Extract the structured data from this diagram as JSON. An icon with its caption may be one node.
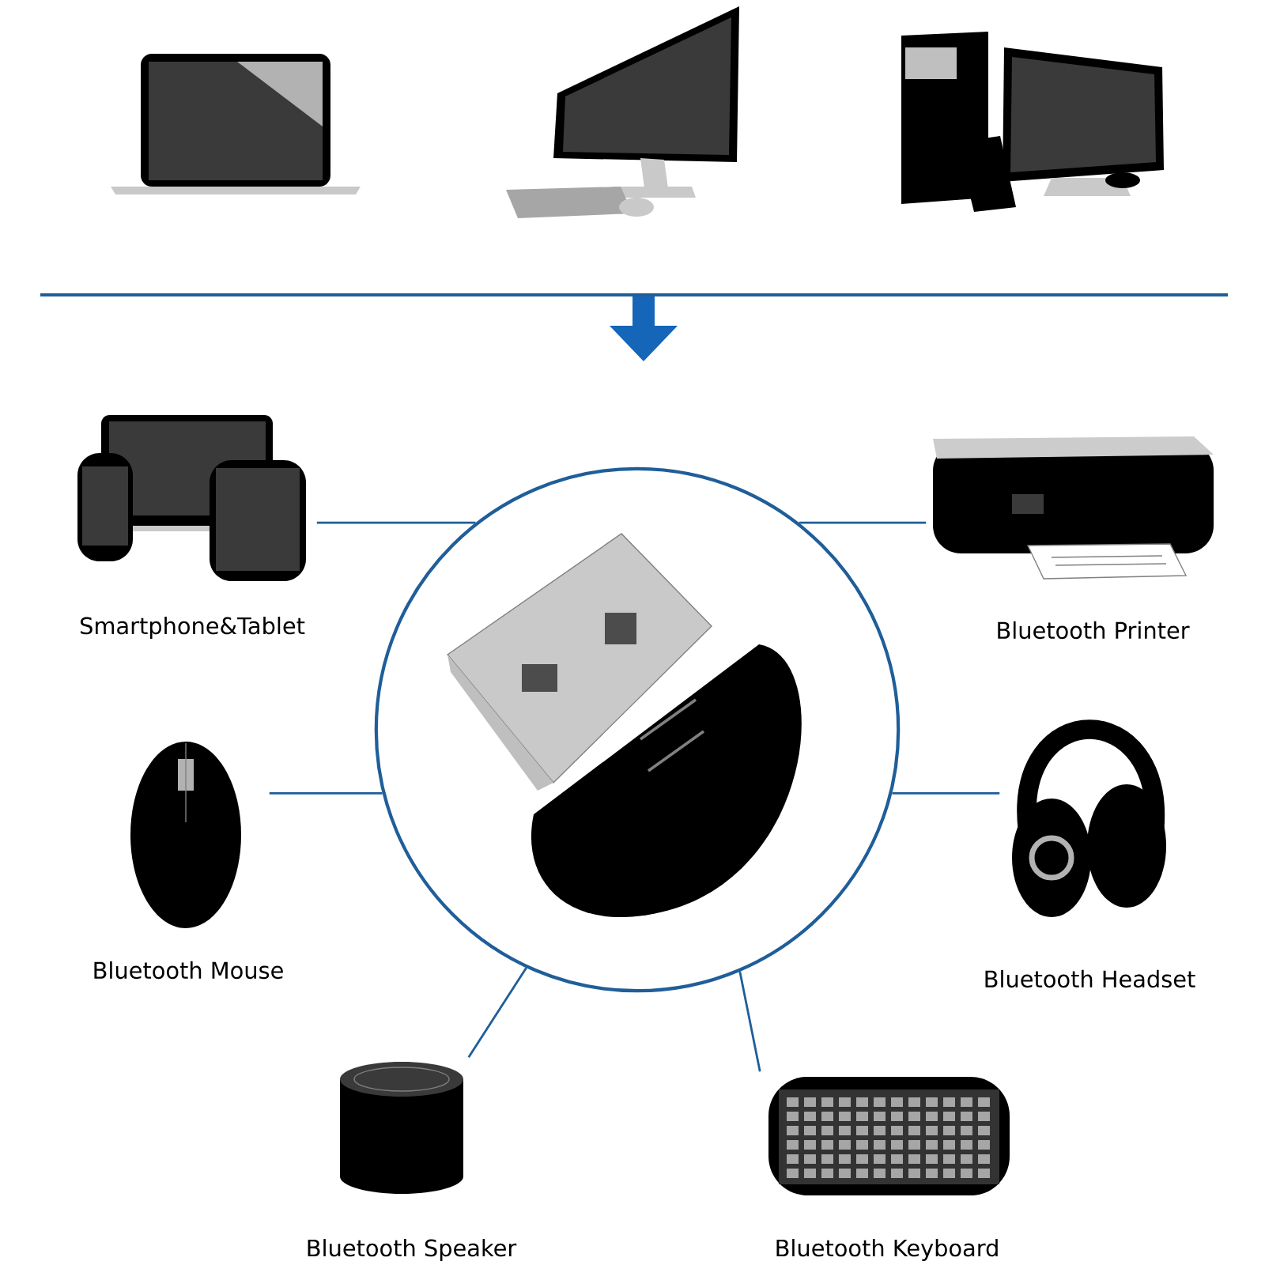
{
  "diagram": {
    "nodes": [
      {
        "text": [],
        "shape": "circle"
      },
      {
        "text": [
          "Smartphone&Tablet"
        ]
      },
      {
        "text": [
          "Bluetooth Printer"
        ]
      },
      {
        "text": [
          "Bluetooth Mouse"
        ]
      },
      {
        "text": [
          "Bluetooth Headset"
        ]
      },
      {
        "text": [
          "Bluetooth Speaker"
        ]
      },
      {
        "text": [
          "Bluetooth Keyboard"
        ]
      }
    ],
    "edges": [
      {
        "from": 0,
        "to": 1,
        "arrow": "none"
      },
      {
        "from": 0,
        "to": 2,
        "arrow": "none"
      },
      {
        "from": 0,
        "to": 3,
        "arrow": "none"
      },
      {
        "from": 0,
        "to": 4,
        "arrow": "none"
      },
      {
        "from": 0,
        "to": 5,
        "arrow": "none"
      },
      {
        "from": 0,
        "to": 6,
        "arrow": "none"
      }
    ]
  }
}
